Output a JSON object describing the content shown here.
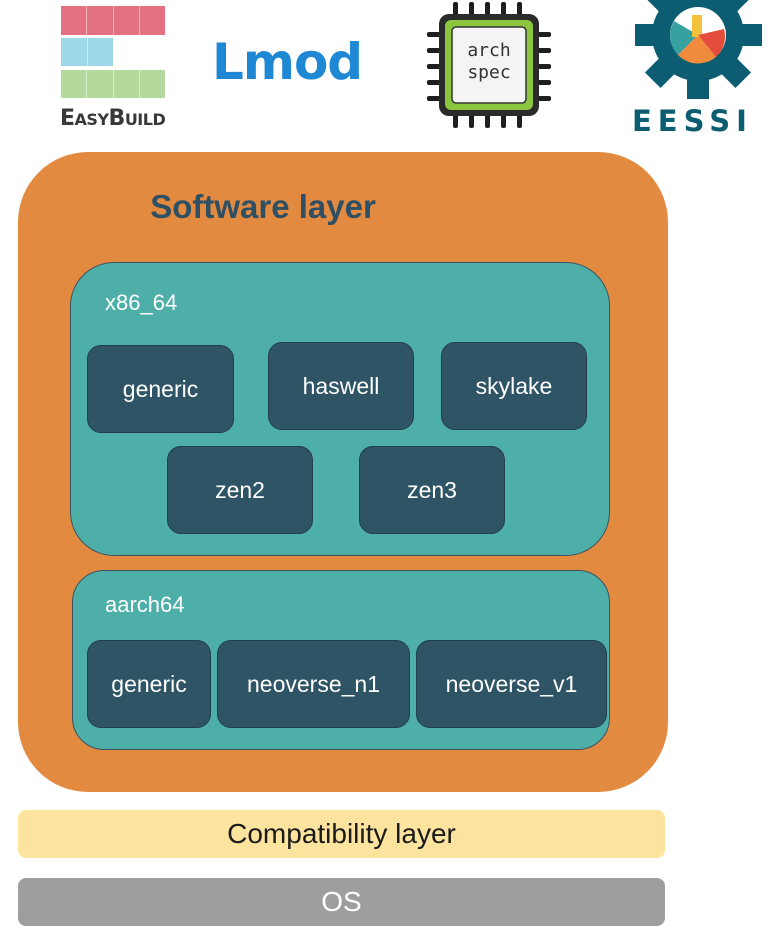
{
  "logos": {
    "easybuild": {
      "text_prefix": "E",
      "text_mid": "ASY",
      "text_b": "B",
      "text_end": "UILD",
      "colors": [
        "#e4717f",
        "#9dd9e8",
        "#b4d99c"
      ],
      "icon": "easybuild-logo"
    },
    "lmod": {
      "text": "Lmod",
      "color": "#1e88d4",
      "icon": "lmod-logo"
    },
    "archspec": {
      "line1": "arch",
      "line2": "spec",
      "icon": "archspec-chip-logo"
    },
    "eessi": {
      "text": "EESSI",
      "color": "#0c5d72",
      "icon": "eessi-gear-logo"
    }
  },
  "diagram": {
    "software_layer": {
      "title": "Software layer",
      "color": "#e38a41"
    },
    "architectures": [
      {
        "name": "x86_64",
        "targets": [
          "generic",
          "haswell",
          "skylake",
          "zen2",
          "zen3"
        ]
      },
      {
        "name": "aarch64",
        "targets": [
          "generic",
          "neoverse_n1",
          "neoverse_v1"
        ]
      }
    ],
    "compatibility_layer": {
      "label": "Compatibility layer",
      "color": "#fde49e"
    },
    "os_layer": {
      "label": "OS",
      "color": "#9e9e9e"
    }
  }
}
